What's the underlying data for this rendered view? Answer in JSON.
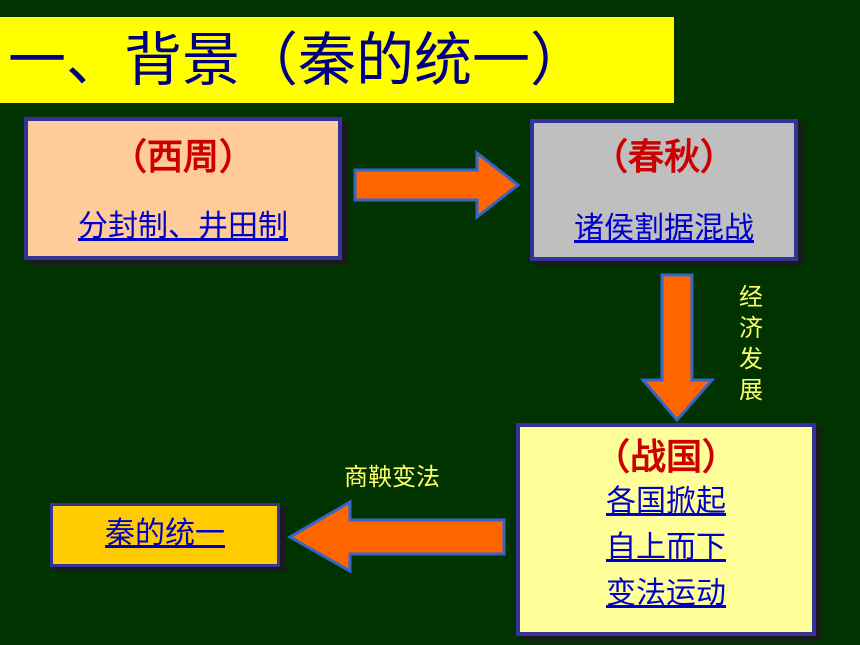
{
  "title": "一、背景（秦的统一）",
  "boxes": {
    "xizhou": {
      "head": "（西周）",
      "text": "分封制、井田制"
    },
    "chunqiu": {
      "head": "（春秋）",
      "text": "诸侯割据混战"
    },
    "zhanguo": {
      "head": "（战国）",
      "lines": [
        "各国掀起",
        "自上而下",
        "变法运动"
      ]
    },
    "qin": {
      "text": "秦的统一"
    }
  },
  "labels": {
    "economy": "经济发展",
    "economy_chars": [
      "经",
      "济",
      "发",
      "展"
    ],
    "reform": "商鞅变法"
  },
  "colors": {
    "background": "#003300",
    "title_bg": "#ffff00",
    "arrow_fill": "#ff6600",
    "arrow_stroke": "#3366cc"
  }
}
